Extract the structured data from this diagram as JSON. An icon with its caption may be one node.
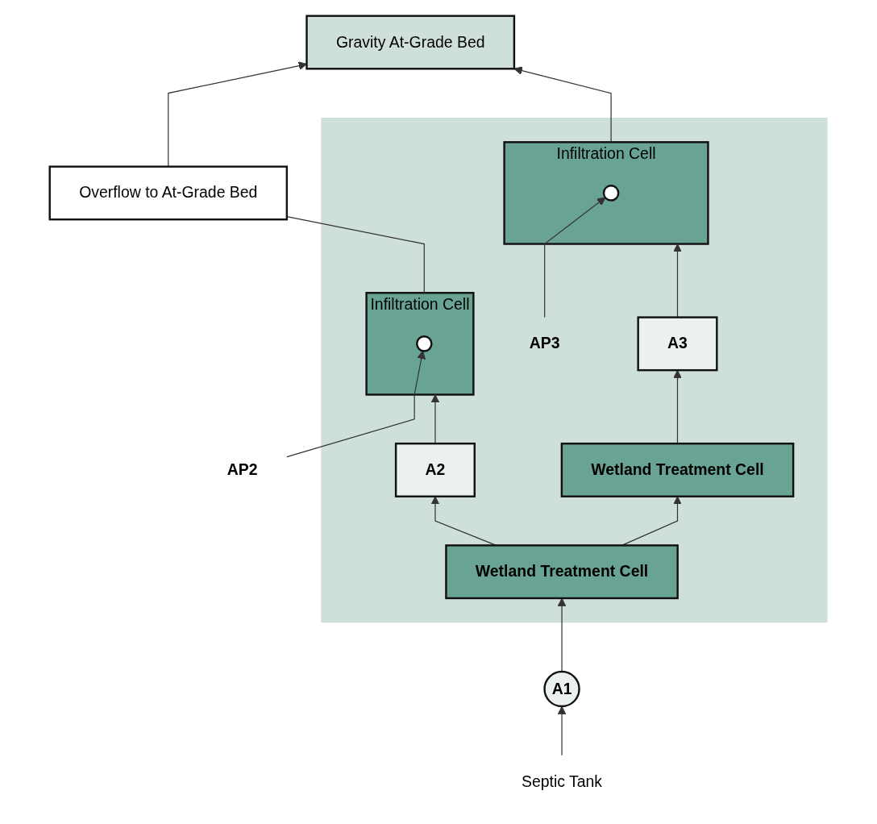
{
  "diagram": {
    "nodes": [
      {
        "text": [
          "Gravity At-Grade Bed"
        ]
      },
      {
        "text": [
          "Overflow to At-Grade Bed"
        ]
      },
      {
        "text": [],
        "shape": "box"
      },
      {
        "text": [
          "AP3"
        ],
        "in": 2
      },
      {
        "text": [
          "AP2"
        ]
      },
      {
        "text": [
          "Infiltration Cell"
        ],
        "in": 2
      },
      {
        "text": [],
        "shape": "circle",
        "in": 5
      },
      {
        "text": [
          "Infiltration Cell"
        ],
        "in": 2
      },
      {
        "text": [],
        "shape": "circle",
        "in": 7
      },
      {
        "text": [
          "A2"
        ],
        "in": 2
      },
      {
        "text": [
          "A3"
        ],
        "in": 2
      },
      {
        "text": [
          "Septic Tank"
        ]
      },
      {
        "text": [
          "A1"
        ]
      },
      {
        "text": [
          "Wetland Treatment Cell"
        ],
        "in": 2
      },
      {
        "text": [
          "Wetland Treatment Cell"
        ],
        "in": 2
      }
    ],
    "edges": [
      {
        "from": 11,
        "to": 12,
        "arrow": "to"
      },
      {
        "from": 12,
        "to": 13,
        "arrow": "to"
      },
      {
        "from": 13,
        "to": 14,
        "arrow": "to"
      },
      {
        "from": 13,
        "to": 9,
        "arrow": "to"
      },
      {
        "from": 14,
        "to": 10,
        "arrow": "to"
      },
      {
        "from": 9,
        "to": 5,
        "arrow": "to"
      },
      {
        "from": 10,
        "to": 7,
        "arrow": "to"
      },
      {
        "from": 5,
        "to": 1,
        "arrow": "none"
      },
      {
        "from": 1,
        "to": 0,
        "arrow": "to"
      },
      {
        "from": 7,
        "to": 0,
        "arrow": "to"
      },
      {
        "from": 4,
        "to": 6,
        "arrow": "to"
      },
      {
        "from": 3,
        "to": 8,
        "arrow": "to"
      }
    ]
  }
}
